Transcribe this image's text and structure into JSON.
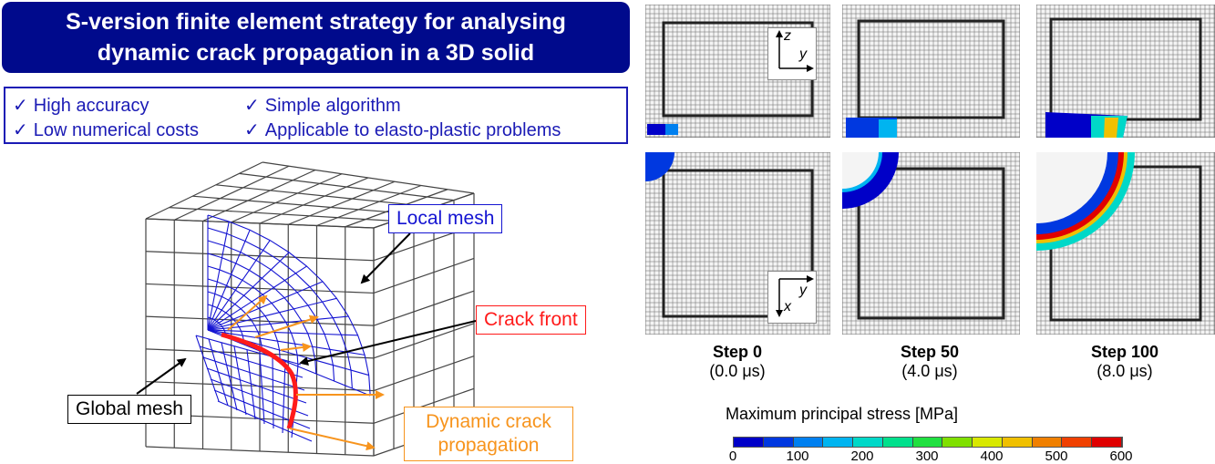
{
  "title": {
    "line1": "S-version finite element strategy for analysing",
    "line2": "dynamic crack propagation in a 3D solid"
  },
  "features": [
    {
      "check": "✓",
      "text": "High accuracy"
    },
    {
      "check": "✓",
      "text": "Simple algorithm"
    },
    {
      "check": "✓",
      "text": "Low numerical costs"
    },
    {
      "check": "✓",
      "text": "Applicable to elasto-plastic problems"
    }
  ],
  "callouts": {
    "local_mesh": "Local mesh",
    "crack_front": "Crack front",
    "global_mesh": "Global mesh",
    "dynamic_line1": "Dynamic crack",
    "dynamic_line2": "propagation"
  },
  "axes": {
    "top": {
      "vertical": "z",
      "horizontal": "y"
    },
    "bottom": {
      "vertical": "x",
      "horizontal": "y"
    }
  },
  "steps": [
    {
      "label": "Step 0",
      "time": "(0.0 μs)"
    },
    {
      "label": "Step 50",
      "time": "(4.0 μs)"
    },
    {
      "label": "Step 100",
      "time": "(8.0 μs)"
    }
  ],
  "colorbar": {
    "title": "Maximum principal stress [MPa]",
    "ticks": [
      "0",
      "100",
      "200",
      "300",
      "400",
      "500",
      "600"
    ],
    "colors": [
      "#0000c8",
      "#0038e0",
      "#0080f0",
      "#00b4f0",
      "#00d8c8",
      "#00e08c",
      "#20e040",
      "#80e000",
      "#d8e800",
      "#f0c000",
      "#f08000",
      "#f04000",
      "#e00000"
    ]
  },
  "colors": {
    "title_bg": "#000a8c",
    "local_mesh": "#1414d2",
    "crack_front": "#ff1a1a",
    "propagation_arrows": "#f7941d",
    "global_mesh": "#444444"
  }
}
